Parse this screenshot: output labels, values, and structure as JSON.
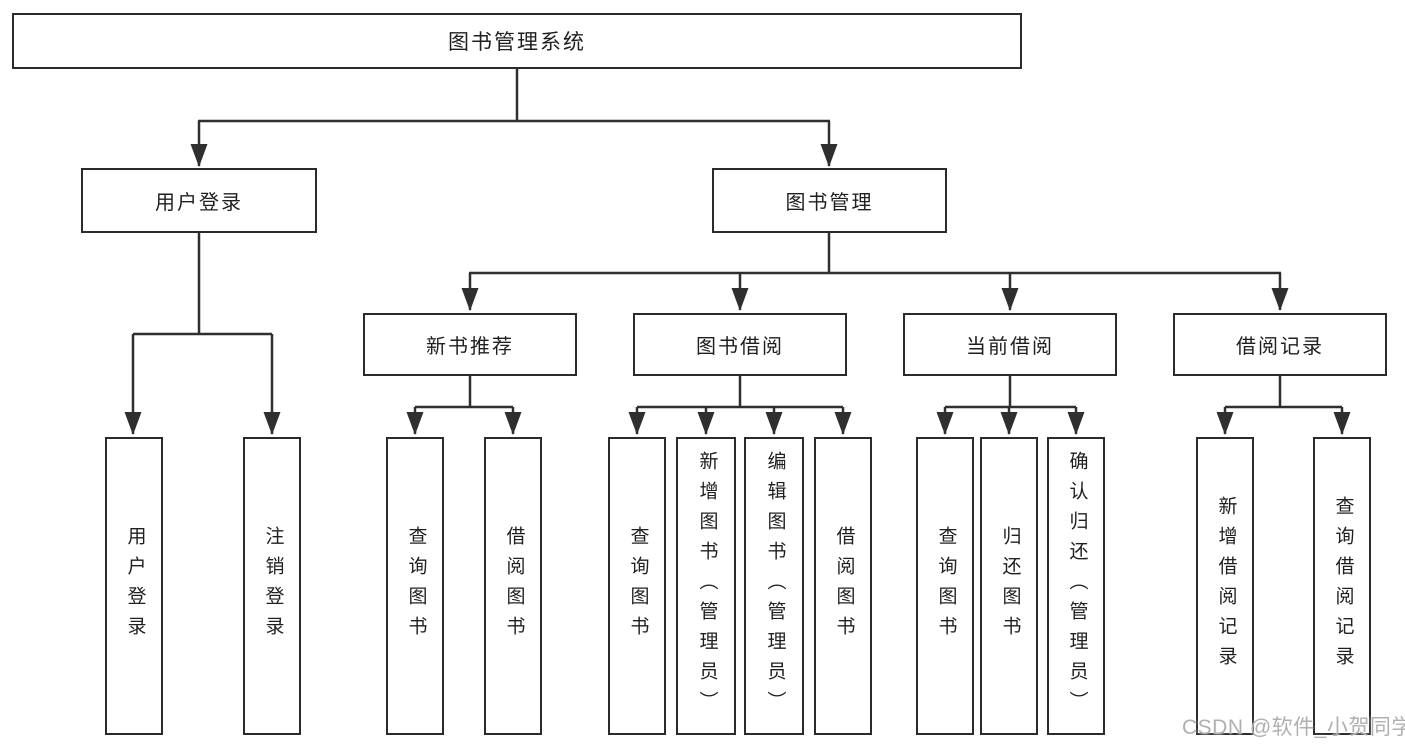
{
  "tree": {
    "root": {
      "label": "图书管理系统",
      "children": [
        {
          "label": "用户登录",
          "children": [
            {
              "label": "用户登录"
            },
            {
              "label": "注销登录"
            }
          ]
        },
        {
          "label": "图书管理",
          "children": [
            {
              "label": "新书推荐",
              "children": [
                {
                  "label": "查询图书"
                },
                {
                  "label": "借阅图书"
                }
              ]
            },
            {
              "label": "图书借阅",
              "children": [
                {
                  "label": "查询图书"
                },
                {
                  "label": "新增图书（管理员）"
                },
                {
                  "label": "编辑图书（管理员）"
                },
                {
                  "label": "借阅图书"
                }
              ]
            },
            {
              "label": "当前借阅",
              "children": [
                {
                  "label": "查询图书"
                },
                {
                  "label": "归还图书"
                },
                {
                  "label": "确认归还（管理员）"
                }
              ]
            },
            {
              "label": "借阅记录",
              "children": [
                {
                  "label": "新增借阅记录"
                },
                {
                  "label": "查询借阅记录"
                }
              ]
            }
          ]
        }
      ]
    }
  },
  "watermark": {
    "text": "CSDN @软件_小贺同学"
  },
  "colors": {
    "background": "#ffffff",
    "line": "#2f2f2f",
    "box_border": "#2b2b2b",
    "text": "#1f1f1f",
    "watermark": "#b0b0b0"
  }
}
